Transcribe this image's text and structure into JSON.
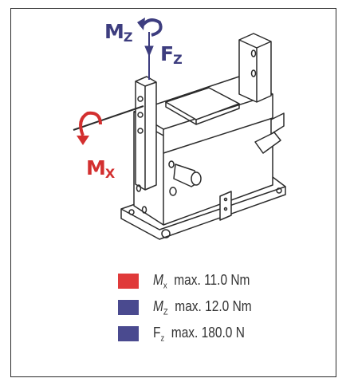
{
  "labels": {
    "mz": {
      "main": "M",
      "sub": "Z"
    },
    "fz": {
      "main": "F",
      "sub": "Z"
    },
    "mx": {
      "main": "M",
      "sub": "X"
    }
  },
  "legend": [
    {
      "symbol": "M",
      "sub": "x",
      "text": "max. 11.0 Nm",
      "color": "#e03a3a"
    },
    {
      "symbol": "M",
      "sub": "Z",
      "text": "max. 12.0 Nm",
      "color": "#4a4a8f"
    },
    {
      "symbol": "F",
      "sub": "z",
      "text": "max. 180.0 N",
      "color": "#4a4a8f"
    }
  ],
  "colors": {
    "moment_x": "#d32f2f",
    "moment_z": "#3d3d7f",
    "line": "#2b2b2b",
    "gray": "#dcdcdc"
  }
}
